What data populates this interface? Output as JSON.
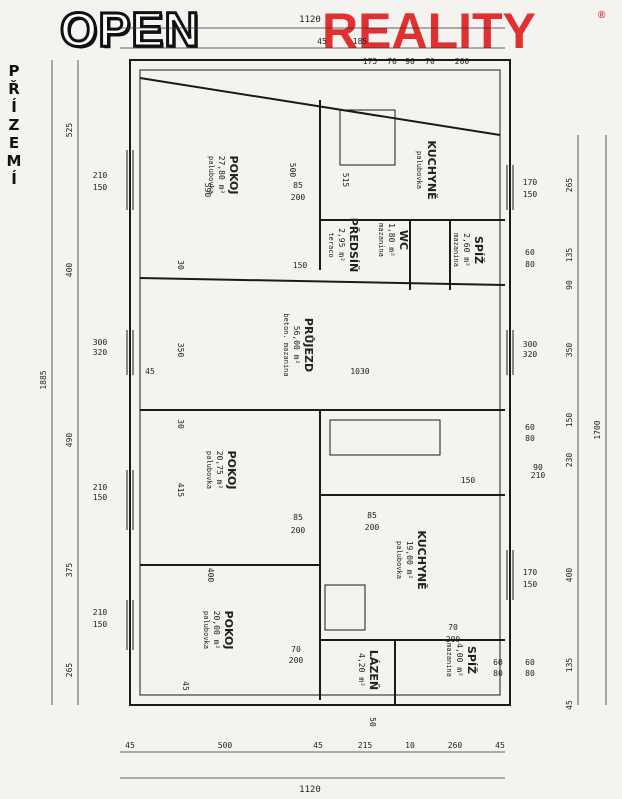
{
  "brand": {
    "open": "OPEN",
    "reality": "REALITY",
    "registered": "®"
  },
  "side_title": "PŘÍZEMÍ",
  "rooms": [
    {
      "name": "POKOJ",
      "area": "27,80 m²",
      "floor": "palubovka"
    },
    {
      "name": "KUCHYNĚ",
      "area": "",
      "floor": "palubovka"
    },
    {
      "name": "WC",
      "area": "1,80 m²",
      "floor": "mazanina"
    },
    {
      "name": "PŘEDSÍŇ",
      "area": "2,95 m²",
      "floor": "teraco"
    },
    {
      "name": "SPÍŽ",
      "area": "2,60 m²",
      "floor": "mazanina"
    },
    {
      "name": "PRŮJEZD",
      "area": "56,00 m²",
      "floor": "beton. mazanina"
    },
    {
      "name": "POKOJ",
      "area": "20,75 m²",
      "floor": "palubovka"
    },
    {
      "name": "KUCHYNĚ",
      "area": "19,00 m²",
      "floor": "palubovka"
    },
    {
      "name": "POKOJ",
      "area": "20,00 m²",
      "floor": "palubovka"
    },
    {
      "name": "SPÍŽ",
      "area": "4,00 m²",
      "floor": "mazanina"
    },
    {
      "name": "LÁZEŇ",
      "area": "4,20 m²",
      "floor": ""
    }
  ],
  "dims": {
    "top_total": "1120",
    "top_row": [
      "45",
      "185",
      "175",
      "70",
      "90",
      "70",
      "200"
    ],
    "left_col": [
      "525",
      "400",
      "490",
      "375",
      "265",
      "1885"
    ],
    "right_col": [
      "265",
      "135",
      "90",
      "350",
      "150",
      "230",
      "400",
      "135",
      "45",
      "1700"
    ],
    "bottom_row": [
      "45",
      "500",
      "45",
      "215",
      "10",
      "260",
      "45"
    ],
    "bottom_total": "1120",
    "windows_left": [
      "210",
      "150",
      "300",
      "320",
      "210",
      "150",
      "210",
      "150"
    ],
    "windows_right": [
      "170",
      "150",
      "60",
      "80",
      "300",
      "320",
      "60",
      "80",
      "170",
      "150",
      "60",
      "80"
    ],
    "interior": [
      "590",
      "500",
      "515",
      "85",
      "200",
      "150",
      "30",
      "350",
      "1030",
      "45",
      "415",
      "85",
      "200",
      "85",
      "200",
      "400",
      "70",
      "200",
      "45",
      "150",
      "210",
      "30",
      "90",
      "70",
      "200",
      "60",
      "80",
      "50"
    ]
  }
}
